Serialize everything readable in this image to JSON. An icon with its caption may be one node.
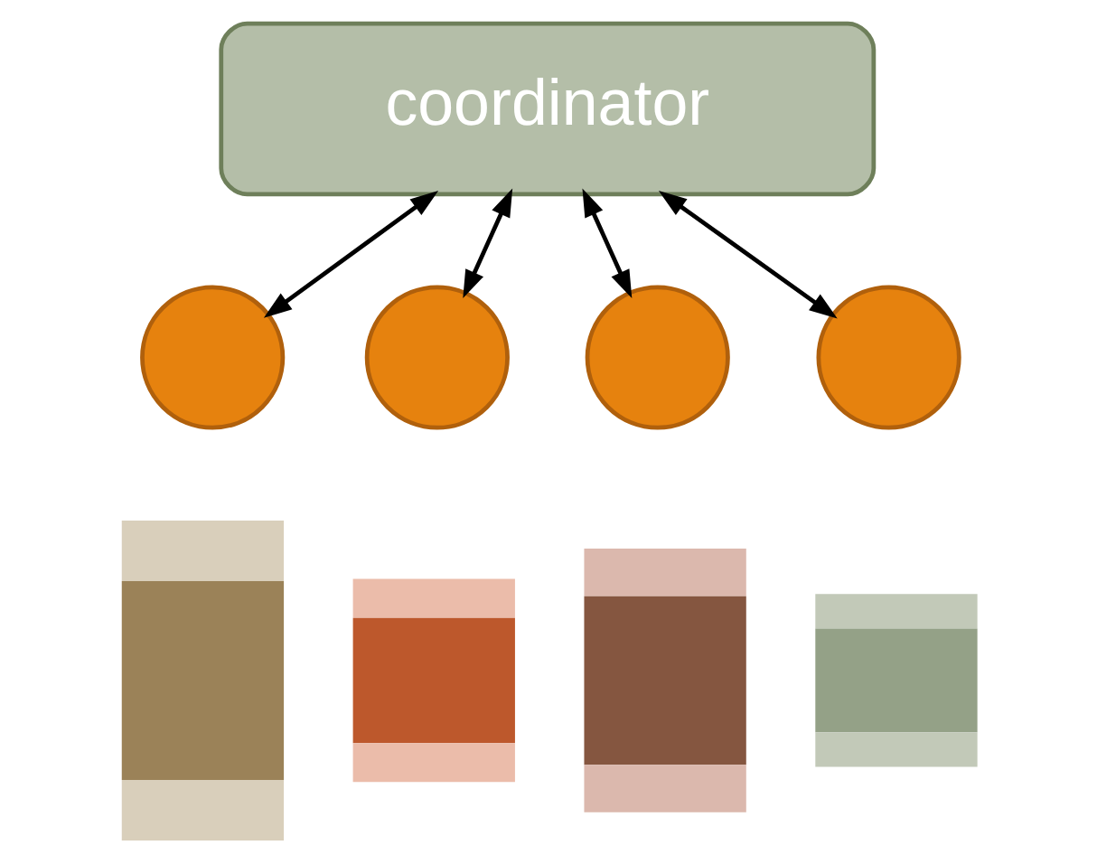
{
  "diagram": {
    "nodes": [
      {
        "text": [
          "coordinator"
        ]
      },
      {
        "text": [],
        "shape": "circle"
      },
      {
        "text": [],
        "shape": "circle"
      },
      {
        "text": [],
        "shape": "circle"
      },
      {
        "text": [],
        "shape": "circle"
      },
      {
        "text": [],
        "shape": "bar"
      },
      {
        "text": [],
        "shape": "bar"
      },
      {
        "text": [],
        "shape": "bar"
      },
      {
        "text": [],
        "shape": "bar"
      }
    ],
    "edges": [
      {
        "from": 0,
        "to": 1,
        "arrow": "both"
      },
      {
        "from": 0,
        "to": 2,
        "arrow": "both"
      },
      {
        "from": 0,
        "to": 3,
        "arrow": "both"
      },
      {
        "from": 0,
        "to": 4,
        "arrow": "both"
      }
    ]
  }
}
